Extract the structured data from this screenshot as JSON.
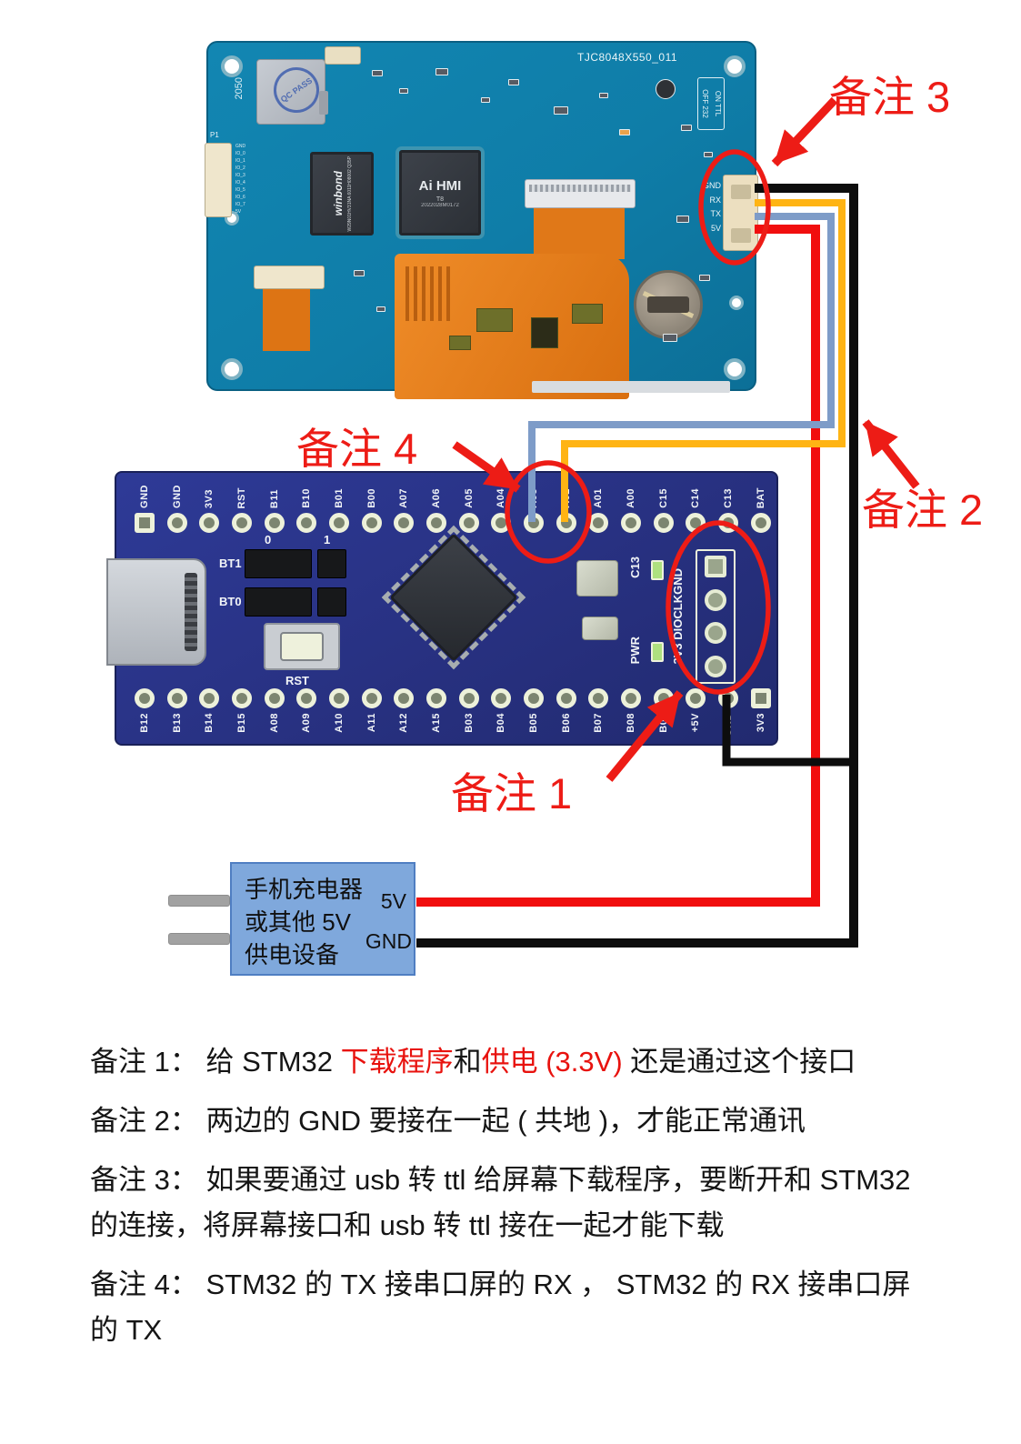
{
  "display_board": {
    "title": "TJC8048X550_011",
    "year_code": "2050",
    "qc_stamp": "QC PASS",
    "switch_line1": "ON TTL",
    "switch_line2": "OFF 232",
    "connector_pins": [
      "GND",
      "RX",
      "TX",
      "5V"
    ],
    "fpc_label": "P1",
    "fpc_pins": [
      "GND",
      "IO_0",
      "IO_1",
      "IO_2",
      "IO_3",
      "IO_4",
      "IO_5",
      "IO_6",
      "IO_7",
      "5V"
    ],
    "chip_main": {
      "line1": "Ai HMI",
      "line2": "T8",
      "line3": "2022028M0172"
    },
    "chip_flash": {
      "brand": "winbond",
      "part": "W29N01HV31NA 6011H08002 Q35P"
    }
  },
  "stm32_board": {
    "top_pins": [
      "GND",
      "GND",
      "3V3",
      "RST",
      "B11",
      "B10",
      "B01",
      "B00",
      "A07",
      "A06",
      "A05",
      "A04",
      "A03",
      "A02",
      "A01",
      "A00",
      "C15",
      "C14",
      "C13",
      "BAT"
    ],
    "bottom_pins": [
      "B12",
      "B13",
      "B14",
      "B15",
      "A08",
      "A09",
      "A10",
      "A11",
      "A12",
      "A15",
      "B03",
      "B04",
      "B05",
      "B06",
      "B07",
      "B08",
      "B09",
      "+5V",
      "GND",
      "3V3"
    ],
    "boot": {
      "bt1": "BT1",
      "bt0": "BT0",
      "col0": "0",
      "col1": "1"
    },
    "reset_label": "RST",
    "c13_label": "C13",
    "pwr_label": "PWR",
    "swd_label": "3V3 DIOCLKGND"
  },
  "power_supply": {
    "line1": "手机充电器",
    "line2": "或其他 5V",
    "line3": "供电设备",
    "pin_5v": "5V",
    "pin_gnd": "GND"
  },
  "callouts": {
    "note1_label": "备注 1",
    "note2_label": "备注 2",
    "note3_label": "备注 3",
    "note4_label": "备注 4"
  },
  "notes": {
    "note1": {
      "prefix": "备注 1： 给 STM32 ",
      "red1": "下载程序",
      "mid": "和",
      "red2": "供电 (3.3V)",
      "suffix": " 还是通过这个接口"
    },
    "note2": "备注 2： 两边的 GND 要接在一起 ( 共地 )，才能正常通讯",
    "note3_line1": "备注 3： 如果要通过 usb 转 ttl 给屏幕下载程序，要断开和 STM32",
    "note3_line2": "的连接，将屏幕接口和 usb 转 ttl 接在一起才能下载",
    "note4_line1": "备注 4：  STM32 的 TX 接串口屏的 RX ，  STM32 的 RX 接串口屏",
    "note4_line2": "的 TX"
  },
  "colors": {
    "wire_red": "#f10e0e",
    "wire_black": "#0d0d0d",
    "wire_yellow": "#ffb414",
    "wire_blue": "#7e9cc8",
    "annotation_red": "#ed1c16"
  }
}
